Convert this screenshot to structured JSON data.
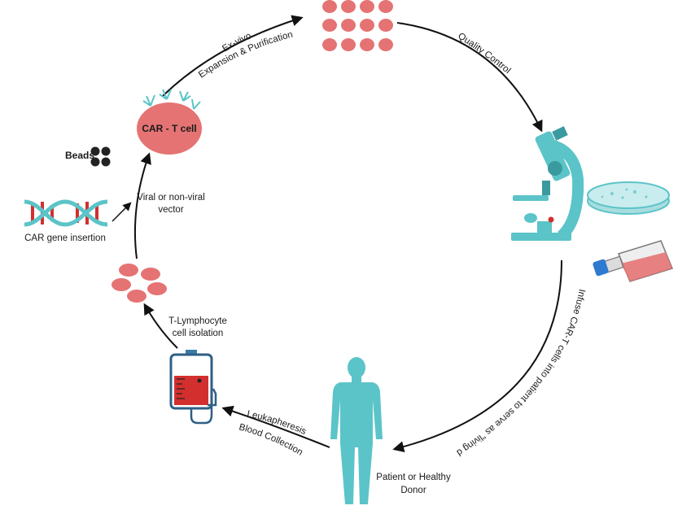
{
  "labels": {
    "ex_vivo": "Ex-vivo",
    "expansion": "Expansion & Purification",
    "quality_control": "Quality Control",
    "infuse": "Infuse CAR-T cells into patient to serve as \"living drug\"",
    "patient_line1": "Patient or Healthy",
    "patient_line2": "Donor",
    "leukapheresis": "Leukapheresis",
    "blood_collection": "Blood Collection",
    "tlymph_line1": "T-Lymphocyte",
    "tlymph_line2": "cell isolation",
    "vector_line1": "Viral or non-viral",
    "vector_line2": "vector",
    "car_t_cell": "CAR - T cell",
    "beads": "Beads",
    "car_gene": "CAR gene insertion"
  },
  "colors": {
    "cell": "#e57373",
    "teal": "#5bc4c8",
    "arrow": "#111111",
    "blood": "#d32f2f"
  }
}
